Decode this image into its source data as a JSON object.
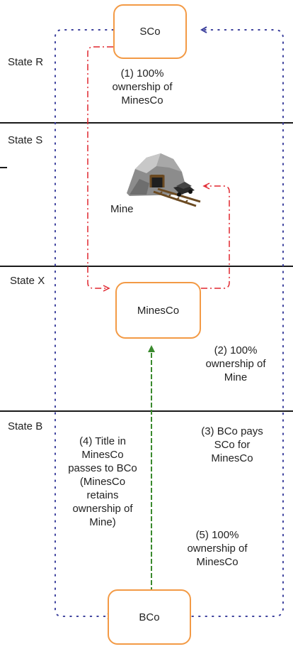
{
  "states": [
    {
      "label": "State R"
    },
    {
      "label": "State S"
    },
    {
      "label": "State X"
    },
    {
      "label": "State B"
    }
  ],
  "nodes": {
    "sco": "SCo",
    "minesco": "MinesCo",
    "bco": "BCo",
    "mine": "Mine"
  },
  "captions": {
    "c1": [
      "(1) 100%",
      "ownership of",
      "MinesCo"
    ],
    "c2": [
      "(2) 100%",
      "ownership of",
      "Mine"
    ],
    "c3": [
      "(3) BCo pays",
      "SCo for",
      "MinesCo"
    ],
    "c4": [
      "(4) Title in",
      "MinesCo",
      "passes to BCo",
      "(MinesCo",
      "retains",
      "ownership of",
      "Mine)"
    ],
    "c5": [
      "(5) 100%",
      "ownership of",
      "MinesCo"
    ]
  },
  "colors": {
    "node_border": "#f39a45",
    "ownership_arrow": "#e0262f",
    "payment_arrow": "#3b3f9c",
    "title_arrow": "#3a8a2e",
    "divider": "#1a1a1a"
  }
}
